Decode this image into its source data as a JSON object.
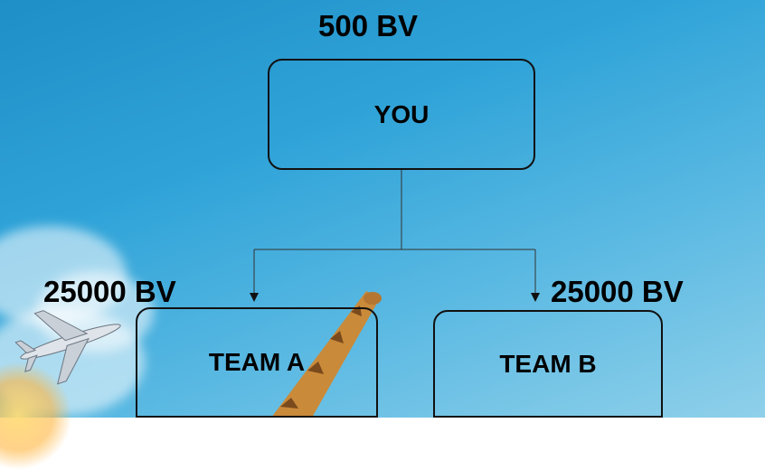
{
  "top_node": {
    "value_label": "500 BV",
    "name": "YOU"
  },
  "left_node": {
    "value_label": "25000 BV",
    "name": "TEAM A"
  },
  "right_node": {
    "value_label": "25000 BV",
    "name": "TEAM B"
  },
  "background": {
    "sky_color": "#2fa3d8"
  }
}
